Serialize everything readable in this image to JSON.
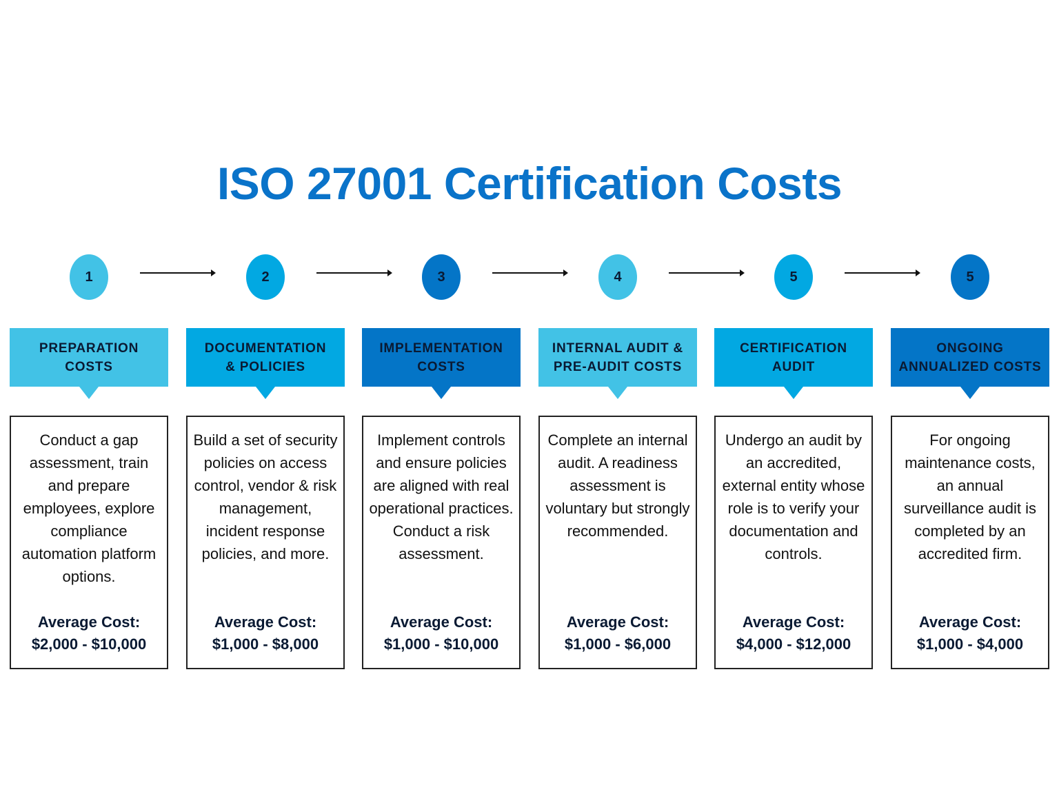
{
  "title": "ISO 27001 Certification Costs",
  "colors": {
    "title": "#0a73c9",
    "light": "#42c2e6",
    "medium": "#02a8e2",
    "dark": "#0475c7"
  },
  "steps": [
    {
      "number": "1",
      "tone": "light",
      "header": "PREPARATION\nCOSTS",
      "description": "Conduct a gap assessment, train and prepare employees, explore compliance automation platform options.",
      "cost_label": "Average Cost:",
      "cost_value": "$2,000 - $10,000"
    },
    {
      "number": "2",
      "tone": "medium",
      "header": "DOCUMENTATION\n& POLICIES",
      "description": "Build a set of security policies on access control, vendor & risk management, incident response policies, and more.",
      "cost_label": "Average Cost:",
      "cost_value": "$1,000 - $8,000"
    },
    {
      "number": "3",
      "tone": "dark",
      "header": "IMPLEMENTATION\nCOSTS",
      "description": "Implement controls and ensure policies are aligned with real operational practices. Conduct a risk assessment.",
      "cost_label": "Average Cost:",
      "cost_value": "$1,000 - $10,000"
    },
    {
      "number": "4",
      "tone": "light",
      "header": "INTERNAL AUDIT &\nPRE-AUDIT COSTS",
      "description": "Complete an internal audit. A readiness assessment is voluntary but strongly recommended.",
      "cost_label": "Average Cost:",
      "cost_value": "$1,000 - $6,000"
    },
    {
      "number": "5",
      "tone": "medium",
      "header": "CERTIFICATION\nAUDIT",
      "description": "Undergo an audit by an accredited, external entity whose role is to verify your documentation and controls.",
      "cost_label": "Average Cost:",
      "cost_value": "$4,000 - $12,000"
    },
    {
      "number": "5",
      "tone": "dark",
      "header": "ONGOING\nANNUALIZED COSTS",
      "description": "For ongoing maintenance costs, an annual surveillance audit is completed by an accredited firm.",
      "cost_label": "Average Cost:",
      "cost_value": "$1,000 - $4,000"
    }
  ]
}
